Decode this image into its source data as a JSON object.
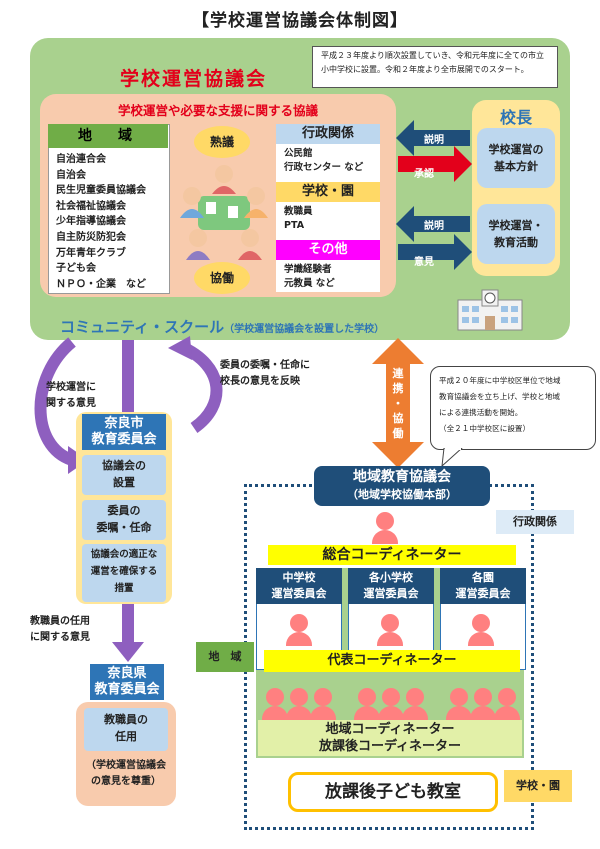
{
  "title": "【学校運営協議会体制図】",
  "council": {
    "title": "学校運営協議会",
    "note_lines": [
      "平成２３年度より順次設置していき、令和元年度に全ての市立",
      "小中学校に設置。令和２年度より全市展開でのスタート。"
    ],
    "heading": "学校運営や必要な支援に関する協議",
    "chiiki": {
      "label": "地　域",
      "items": [
        "自治連合会",
        "自治会",
        "民生児童委員協議会",
        "社会福祉協議会",
        "少年指導協議会",
        "自主防災防犯会",
        "万年青年クラブ",
        "子ども会",
        "ＮＰＯ・企業　など"
      ]
    },
    "jukugi": "熟議",
    "kyodo": "協働",
    "gyosei": {
      "label": "行政関係",
      "items": [
        "公民館",
        "行政センター など"
      ]
    },
    "gakko": {
      "label": "学校・園",
      "items": [
        "教職員",
        "PTA"
      ]
    },
    "sonota": {
      "label": "その他",
      "items": [
        "学識経験者",
        "元教員 など"
      ]
    },
    "principal": {
      "title": "校長",
      "box1": [
        "学校運営の",
        "基本方針"
      ],
      "box2": [
        "学校運営・",
        "教育活動"
      ]
    },
    "arrows": {
      "setsumei1": "説明",
      "shonin": "承認",
      "setsumei2": "説明",
      "iken": "意見"
    },
    "cs_title": "コミュニティ・スクール",
    "cs_sub": "（学校運営協議会を設置した学校）"
  },
  "left": {
    "opinion_lines": [
      "学校運営に",
      "関する意見"
    ],
    "commission_lines": [
      "委員の委嘱・任命に",
      "校長の意見を反映"
    ],
    "city_board": {
      "head": [
        "奈良市",
        "教育委員会"
      ],
      "box1": [
        "協議会の",
        "設置"
      ],
      "box2": [
        "委員の",
        "委嘱・任命"
      ],
      "box3": [
        "協議会の適正な",
        "運営を確保する",
        "措置"
      ]
    },
    "staff_lines": [
      "教職員の任用",
      "に関する意見"
    ],
    "pref_board": {
      "head": [
        "奈良県",
        "教育委員会"
      ],
      "box1": [
        "教職員の",
        "任用"
      ],
      "note": [
        "（学校運営協議会",
        "の意見を尊重）"
      ]
    }
  },
  "right": {
    "renkei": [
      "連",
      "携",
      "・",
      "協",
      "働"
    ],
    "note_lines": [
      "平成２０年度に中学校区単位で地域",
      "教育協議会を立ち上げ、学校と地域",
      "による連携活動を開始。",
      "（全２１中学校区に設置）"
    ],
    "regional": {
      "title": "地域教育協議会",
      "sub": "（地域学校協働本部）"
    },
    "gyosei_tag": "行政関係",
    "chiiki_tag": "地　域",
    "gakko_tag": "学校・園",
    "general_coord": "総合コーディネーター",
    "committees": [
      [
        "中学校",
        "運営委員会"
      ],
      [
        "各小学校",
        "運営委員会"
      ],
      [
        "各園",
        "運営委員会"
      ]
    ],
    "rep_coord": "代表コーディネーター",
    "local_coord": [
      "地域コーディネーター",
      "放課後コーディネーター"
    ],
    "afterschool": "放課後子ども教室"
  }
}
